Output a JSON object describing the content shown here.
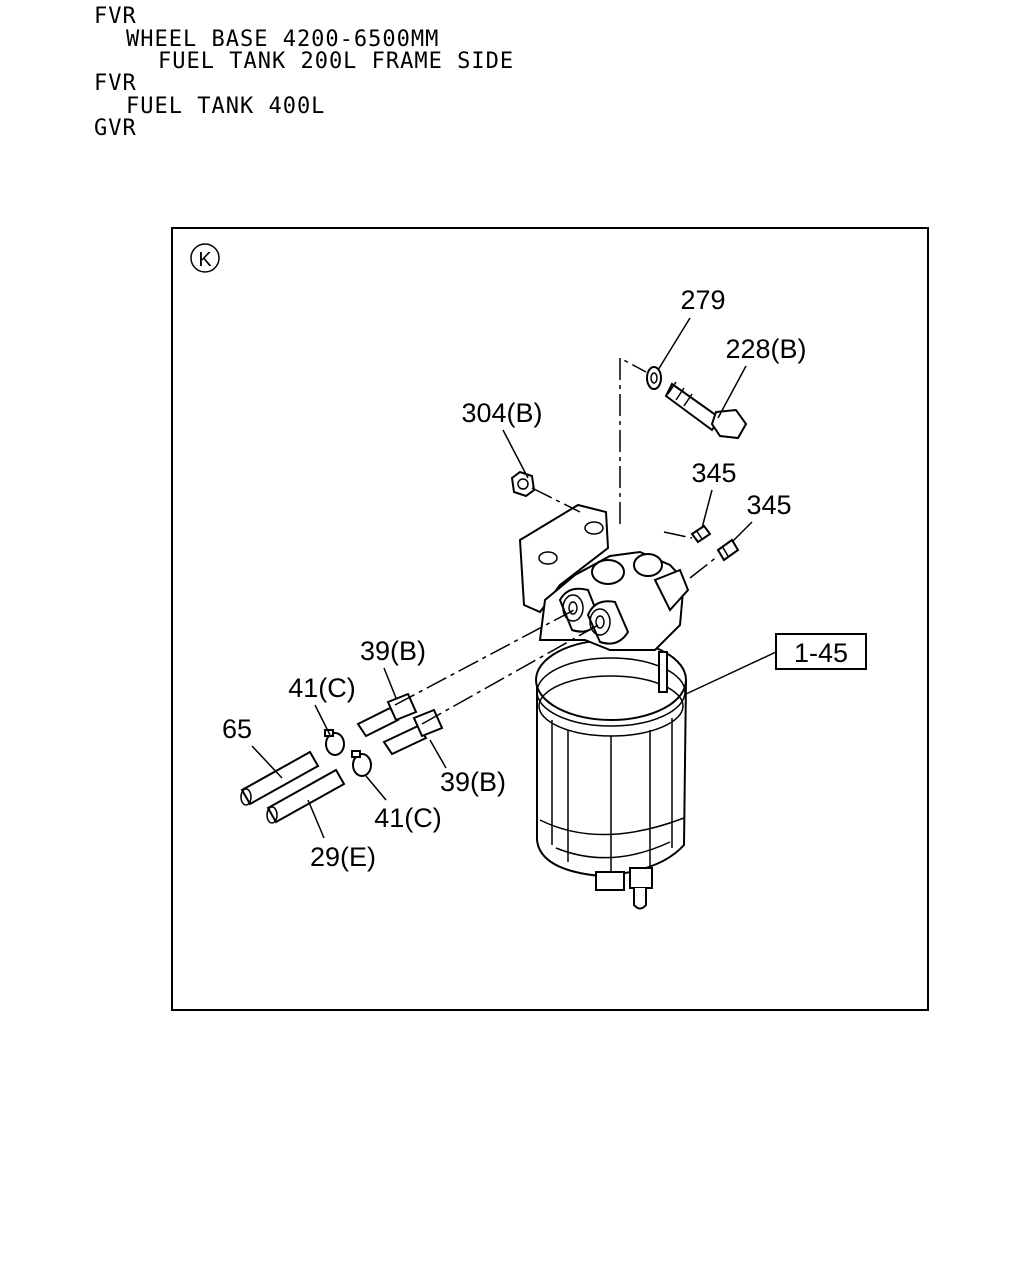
{
  "header": {
    "lines": [
      "FVR",
      "WHEEL BASE 4200-6500MM",
      "FUEL TANK 200L FRAME SIDE",
      "FVR",
      "FUEL TANK 400L",
      "GVR"
    ]
  },
  "diagram": {
    "view_letter": "K",
    "callouts": {
      "c279": "279",
      "c228b": "228(B)",
      "c304b": "304(B)",
      "c345a": "345",
      "c345b": "345",
      "c145": "1-45",
      "c39b_top": "39(B)",
      "c39b_bottom": "39(B)",
      "c41c_top": "41(C)",
      "c41c_bottom": "41(C)",
      "c65": "65",
      "c29e": "29(E)"
    }
  }
}
